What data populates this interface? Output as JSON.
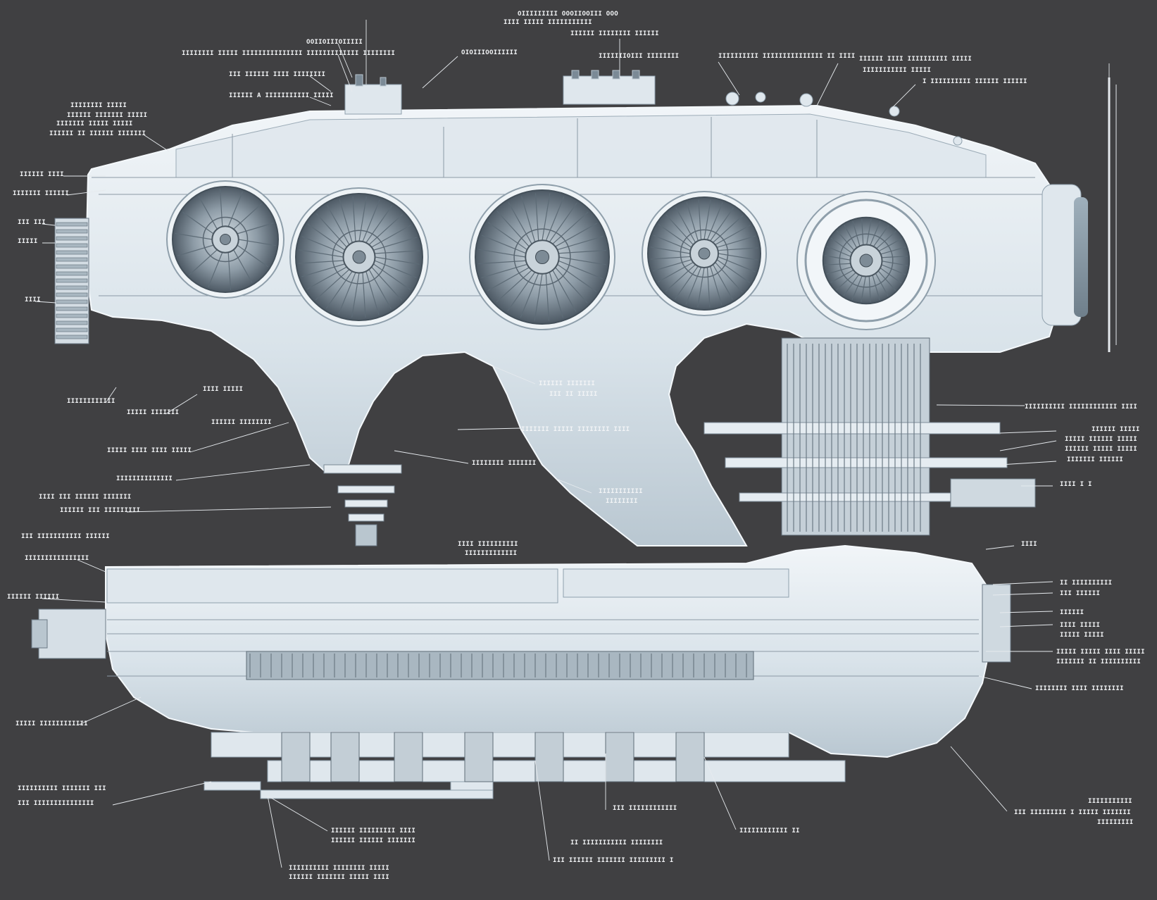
{
  "diagram": {
    "subject": "blueprint-cutaway-machine",
    "palette": {
      "background": "#404042",
      "metal_light": "#eef3f7",
      "metal_mid": "#c7d3dc",
      "metal_dark": "#7b8a96",
      "annotation": "#f2f4f6"
    },
    "rotors": [
      {
        "id": "rotor-1"
      },
      {
        "id": "rotor-2"
      },
      {
        "id": "rotor-3"
      },
      {
        "id": "rotor-4"
      },
      {
        "id": "rotor-5"
      },
      {
        "id": "rotor-6"
      },
      {
        "id": "rotor-7"
      }
    ],
    "callouts": {
      "top": [
        "OIIIIIIIII OOOIIOOIII OOO",
        "OOIIOIIIOIIIII",
        "IIIIIIII IIIII IIIIIIIIIIIIIII IIIIIIIIIIIII IIIIIIII",
        "III IIIIII IIII IIIIIIII",
        "IIIIII A IIIIIIIIIII IIIII",
        "OIOIIIOOIIIIII",
        "IIIIII IIIIIIII IIIIII",
        "IIII IIIII IIIIIIIIIII",
        "IIIIIIIOIII IIIIIIII",
        "IIIIIIIIII IIIIIIIIIIIIIII II IIII",
        "IIIIII IIII IIIIIIIIII IIIII",
        "IIIIIIIIIII IIIII",
        "I IIIIIIIIII IIIIII IIIIII"
      ],
      "left": [
        "IIIIIIII IIIII",
        "IIIIII IIIIIII IIIII",
        "IIIIIII IIIII IIIII",
        "IIIIII II IIIIII IIIIIII",
        "IIIIII IIII",
        "IIIIIII IIIIII",
        "III III",
        "IIIII",
        "IIII",
        "IIIIIIIIIIII",
        "IIIII IIIIIII",
        "IIIII IIII IIII IIIII",
        "IIIIIIIIIIIIII",
        "IIII III IIIIII IIIIIII",
        "IIIIII III IIIIIIIII",
        "III IIIIIIIIIII IIIIII",
        "IIIIIIIIIIIIIIII",
        "IIIIII IIIIII",
        "IIIII IIIIIIIIIIII",
        "IIIIIIIIII IIIIIII III",
        "III IIIIIIIIIIIIIII"
      ],
      "right": [
        "IIIIIIIIII IIIIIIIIIIII IIII",
        "IIIIII IIIII",
        "IIIII IIIIII IIIII",
        "IIIIII IIIII IIIII",
        "IIIIIII IIIIII",
        "IIII I I",
        "IIII",
        "II IIIIIIIIII",
        "III IIIIII",
        "IIIIII",
        "IIII IIIII",
        "IIIII IIIII",
        "IIIII IIIII IIII IIIII",
        "IIIIIII II IIIIIIIIII",
        "IIIIIIII IIII IIIIIIII",
        "IIIIIIIIIII",
        "III IIIIIIIII I IIIII IIIIIII",
        "IIIIIIIII"
      ],
      "center": [
        "IIIIII IIIIIII",
        "III II IIIII",
        "IIIIIII IIIII IIIIIIII IIII",
        "IIIIIIII IIIIIII",
        "IIIIIIIIIII",
        "IIIIIIII",
        "IIII IIIIIIIIII",
        "IIIIIIIIIIIII",
        "IIII IIIII",
        "IIIIII IIIIIIII"
      ],
      "bottom": [
        "IIIIII IIIIIIIII IIII",
        "IIIIII IIIIII IIIIIII",
        "II IIIIIIIIIII IIIIIIII",
        "III IIIIII IIIIIII IIIIIIIII I",
        "IIIIIIIIII IIIIIIII IIIII",
        "IIIIII IIIIIII IIIII IIII",
        "IIIIIIIIIIII II",
        "III IIIIIIIIIIII"
      ]
    }
  }
}
